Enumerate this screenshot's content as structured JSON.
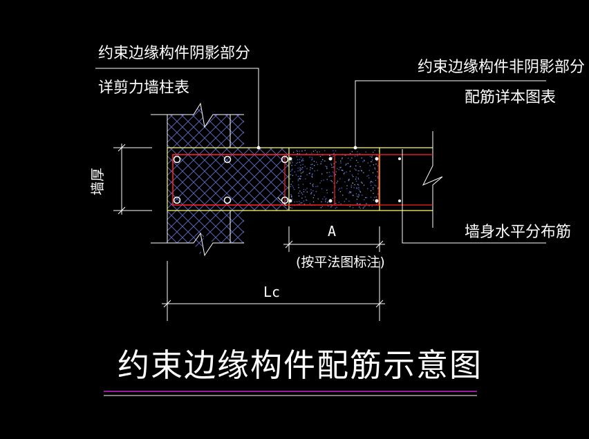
{
  "labels": {
    "shadow_line1": "约束边缘构件阴影部分",
    "shadow_line2": "详剪力墙柱表",
    "nonshadow_line1": "约束边缘构件非阴影部分",
    "nonshadow_line2": "配筋详本图表",
    "wall_thickness": "墙厚",
    "wall_rebar": "墙身水平分布筋",
    "dim_a": "A",
    "dim_a_note": "(按平法图标注)",
    "dim_lc": "Lc",
    "title": "约束边缘构件配筋示意图"
  },
  "colors": {
    "background": "#000000",
    "text": "#ffffff",
    "outline": "#ffff66",
    "rebar": "#ff2020",
    "hatch": "#5a62b0",
    "underline": "#d020d0",
    "concrete_fleck": "#4f6fd8"
  }
}
